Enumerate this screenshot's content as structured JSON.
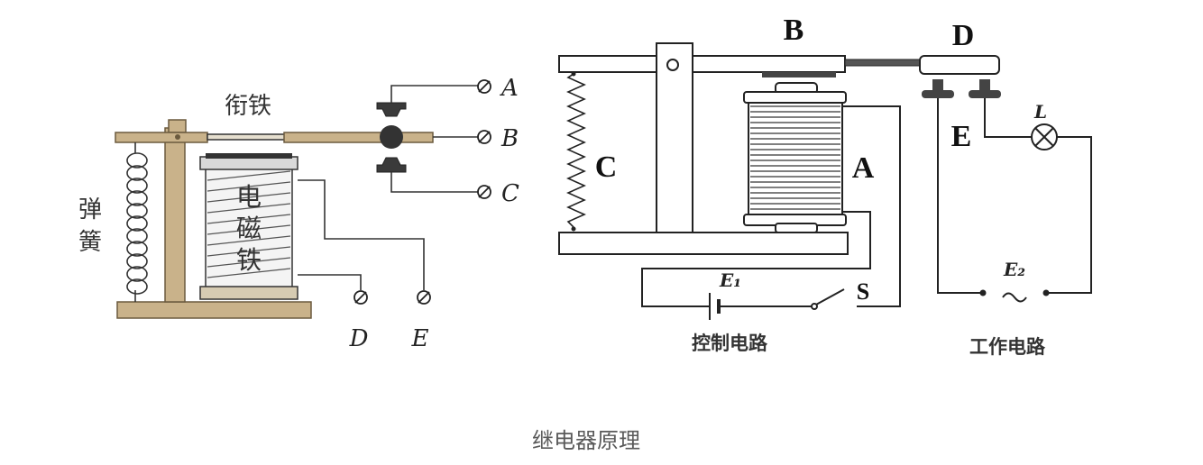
{
  "caption": "继电器原理",
  "left": {
    "armature": "衔铁",
    "spring": [
      "弹",
      "簧"
    ],
    "electromagnet": [
      "电",
      "磁",
      "铁"
    ],
    "terminal_a": "A",
    "terminal_b": "B",
    "terminal_c": "C",
    "terminal_d": "D",
    "terminal_e": "E"
  },
  "right": {
    "armature_b": "B",
    "contact_d": "D",
    "spring_c": "C",
    "coil_a": "A",
    "contact_e": "E",
    "lamp": "L",
    "battery": "E₁",
    "switch": "S",
    "source": "E₂",
    "control_circuit": "控制电路",
    "work_circuit": "工作电路"
  },
  "colors": {
    "frame_tan": "#c9b28a",
    "line": "#222222",
    "caption": "#5a5a5a"
  },
  "icons": [
    "terminal-icon",
    "lamp-icon",
    "battery-icon",
    "switch-icon",
    "ac-source-icon"
  ]
}
